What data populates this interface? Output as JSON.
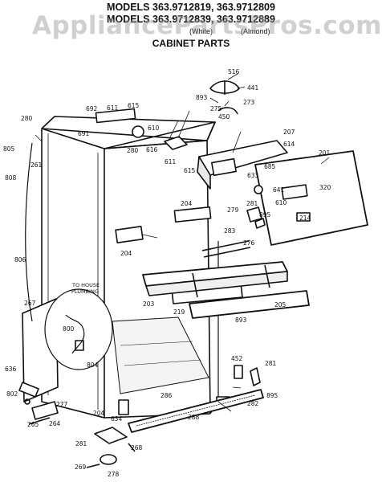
{
  "header": {
    "line1": "MODELS 363.9712819, 363.9712809",
    "line2": "MODELS 363.9712839, 363.9712889",
    "line3_left": "(White)",
    "line3_right": "(Almond)",
    "subtitle": "CABINET PARTS"
  },
  "watermark": "AppliancePartsPros.com",
  "callouts": [
    {
      "id": "516",
      "text": "516"
    },
    {
      "id": "441",
      "text": "441"
    },
    {
      "id": "893a",
      "text": "893"
    },
    {
      "id": "275",
      "text": "275"
    },
    {
      "id": "273",
      "text": "273"
    },
    {
      "id": "450",
      "text": "450"
    },
    {
      "id": "692",
      "text": "692"
    },
    {
      "id": "611a",
      "text": "611"
    },
    {
      "id": "615a",
      "text": "615"
    },
    {
      "id": "691",
      "text": "691"
    },
    {
      "id": "610a",
      "text": "610"
    },
    {
      "id": "280a",
      "text": "280"
    },
    {
      "id": "280b",
      "text": "280"
    },
    {
      "id": "805",
      "text": "805"
    },
    {
      "id": "261",
      "text": "261"
    },
    {
      "id": "616",
      "text": "616"
    },
    {
      "id": "611b",
      "text": "611"
    },
    {
      "id": "615b",
      "text": "615"
    },
    {
      "id": "207",
      "text": "207"
    },
    {
      "id": "614",
      "text": "614"
    },
    {
      "id": "201",
      "text": "201"
    },
    {
      "id": "685",
      "text": "685"
    },
    {
      "id": "808",
      "text": "808"
    },
    {
      "id": "633",
      "text": "633"
    },
    {
      "id": "320",
      "text": "320"
    },
    {
      "id": "641",
      "text": "641"
    },
    {
      "id": "204a",
      "text": "204"
    },
    {
      "id": "281a",
      "text": "281"
    },
    {
      "id": "279",
      "text": "279"
    },
    {
      "id": "610b",
      "text": "610"
    },
    {
      "id": "895a",
      "text": "895"
    },
    {
      "id": "214",
      "text": "214"
    },
    {
      "id": "283",
      "text": "283"
    },
    {
      "id": "276",
      "text": "276"
    },
    {
      "id": "806",
      "text": "806"
    },
    {
      "id": "204b",
      "text": "204"
    },
    {
      "id": "to_house",
      "text": "TO HOUSE"
    },
    {
      "id": "plumbing",
      "text": "PLUMBING"
    },
    {
      "id": "267",
      "text": "267"
    },
    {
      "id": "203",
      "text": "203"
    },
    {
      "id": "219",
      "text": "219"
    },
    {
      "id": "205",
      "text": "205"
    },
    {
      "id": "893b",
      "text": "893"
    },
    {
      "id": "800",
      "text": "800"
    },
    {
      "id": "804",
      "text": "804"
    },
    {
      "id": "636",
      "text": "636"
    },
    {
      "id": "452",
      "text": "452"
    },
    {
      "id": "281b",
      "text": "281"
    },
    {
      "id": "802",
      "text": "802"
    },
    {
      "id": "277",
      "text": "277"
    },
    {
      "id": "895b",
      "text": "895"
    },
    {
      "id": "282",
      "text": "282"
    },
    {
      "id": "286",
      "text": "286"
    },
    {
      "id": "265",
      "text": "265"
    },
    {
      "id": "264",
      "text": "264"
    },
    {
      "id": "204c",
      "text": "204"
    },
    {
      "id": "634",
      "text": "634"
    },
    {
      "id": "288",
      "text": "288"
    },
    {
      "id": "281c",
      "text": "281"
    },
    {
      "id": "268",
      "text": "268"
    },
    {
      "id": "269",
      "text": "269"
    },
    {
      "id": "278",
      "text": "278"
    }
  ]
}
